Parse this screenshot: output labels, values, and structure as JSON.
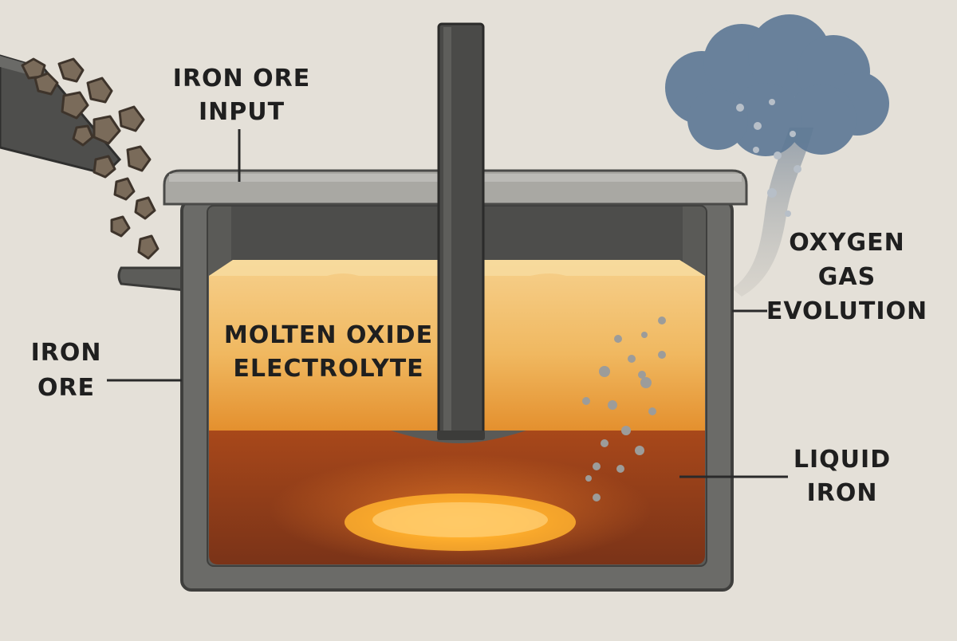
{
  "colors": {
    "background": "#e4e0d8",
    "vessel_wall": "#6b6b68",
    "vessel_outline": "#3f3f3d",
    "lid": "#a9a8a3",
    "electrolyte": "#f0b860",
    "liquid_iron": "#8a3b1a",
    "hot_spot": "#ffb12e",
    "electrode": "#4a4a48",
    "gas_cloud": "#5f7a96",
    "ore": "#7a6b5a"
  },
  "icons": {
    "ore_chute": "chute-icon",
    "ore_particles": "rock-icon",
    "gas_cloud": "cloud-icon",
    "bubbles": "bubble-icon"
  },
  "labels": {
    "iron_ore_input": [
      "IRON ORE",
      "INPUT"
    ],
    "iron_ore": [
      "IRON",
      "ORE"
    ],
    "molten_oxide_electrolyte": [
      "MOLTEN OXIDE",
      "ELECTROLYTE"
    ],
    "oxygen_gas_evolution": [
      "OXYGEN",
      "GAS",
      "EVOLUTION"
    ],
    "liquid_iron": [
      "LIQUID",
      "IRON"
    ]
  }
}
